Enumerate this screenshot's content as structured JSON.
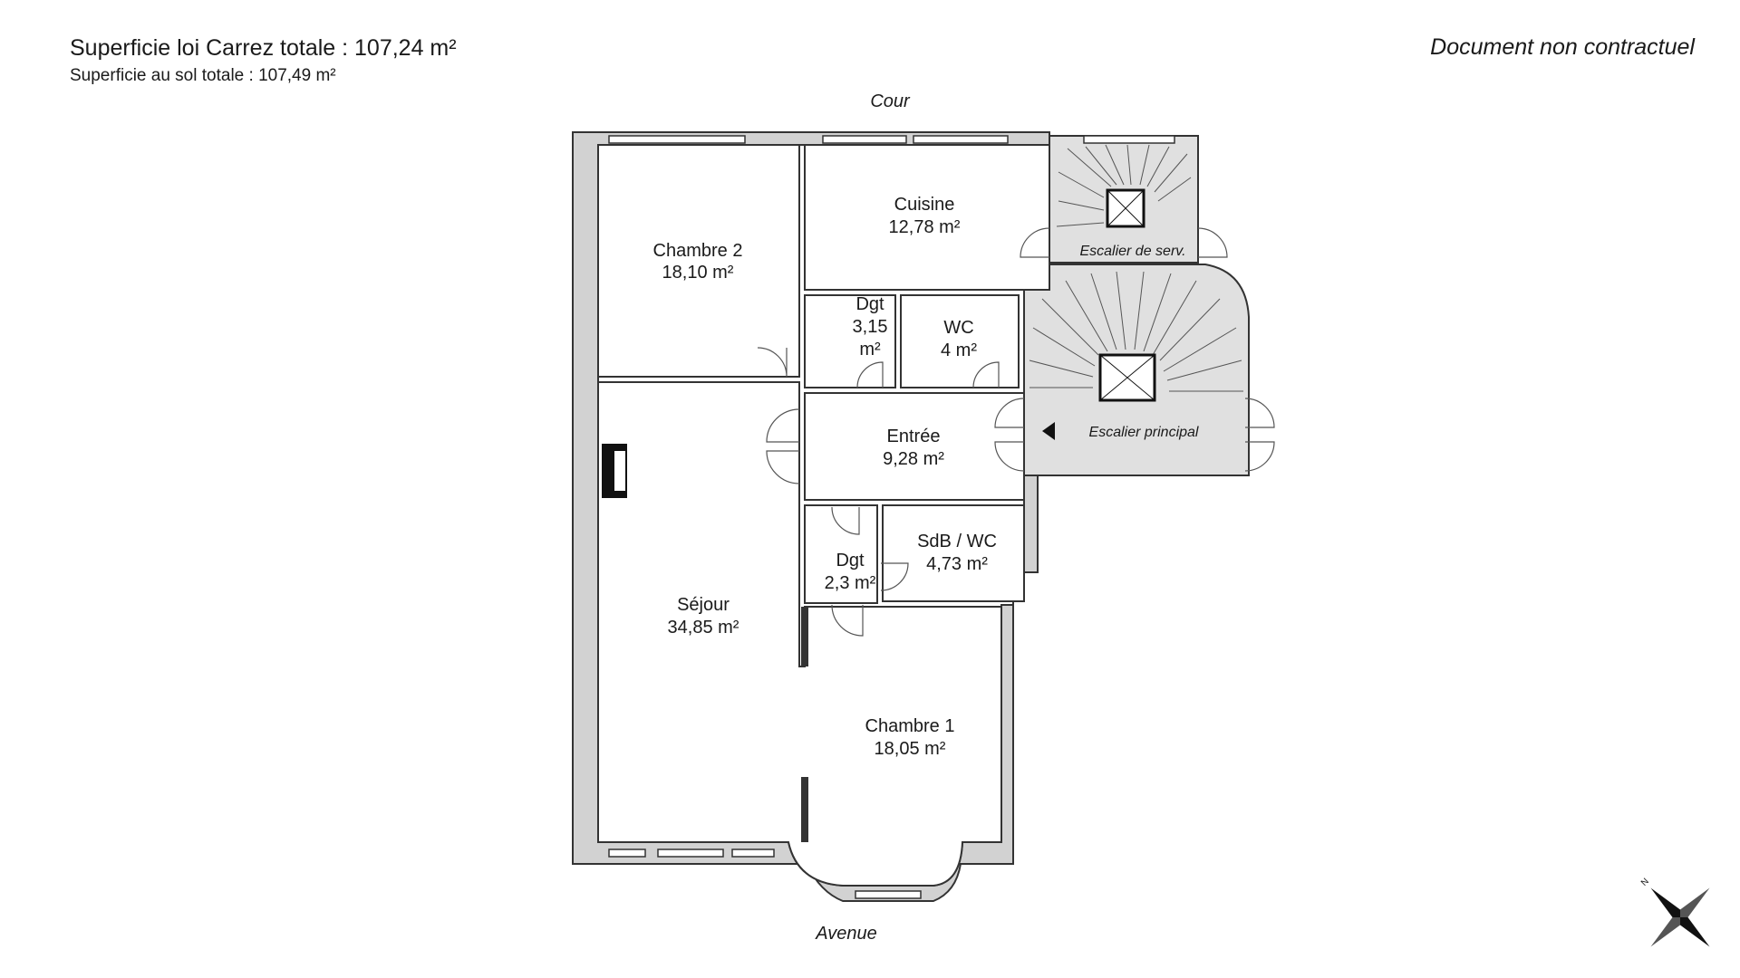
{
  "header": {
    "carrez_area": "Superficie loi Carrez totale : 107,24 m²",
    "floor_area": "Superficie au sol totale : 107,49 m²",
    "disclaimer": "Document non contractuel"
  },
  "orientation": {
    "top": "Cour",
    "bottom": "Avenue",
    "north": "N"
  },
  "rooms": [
    {
      "name": "Chambre 2",
      "area": "18,10 m²"
    },
    {
      "name": "Cuisine",
      "area": "12,78 m²"
    },
    {
      "name": "Dgt",
      "area_line1": "3,15",
      "area_line2": "m²"
    },
    {
      "name": "WC",
      "area": "4 m²"
    },
    {
      "name": "Entrée",
      "area": "9,28 m²"
    },
    {
      "name": "Dgt",
      "area": "2,3 m²"
    },
    {
      "name": "SdB / WC",
      "area": "4,73 m²"
    },
    {
      "name": "Séjour",
      "area": "34,85 m²"
    },
    {
      "name": "Chambre 1",
      "area": "18,05 m²"
    }
  ],
  "stairs": [
    {
      "name": "Escalier de serv."
    },
    {
      "name": "Escalier principal"
    }
  ],
  "colors": {
    "wall": "#d2d2d2",
    "wall_stroke": "#333333",
    "stair_fill": "#e0e0e0",
    "floor": "#ffffff"
  }
}
